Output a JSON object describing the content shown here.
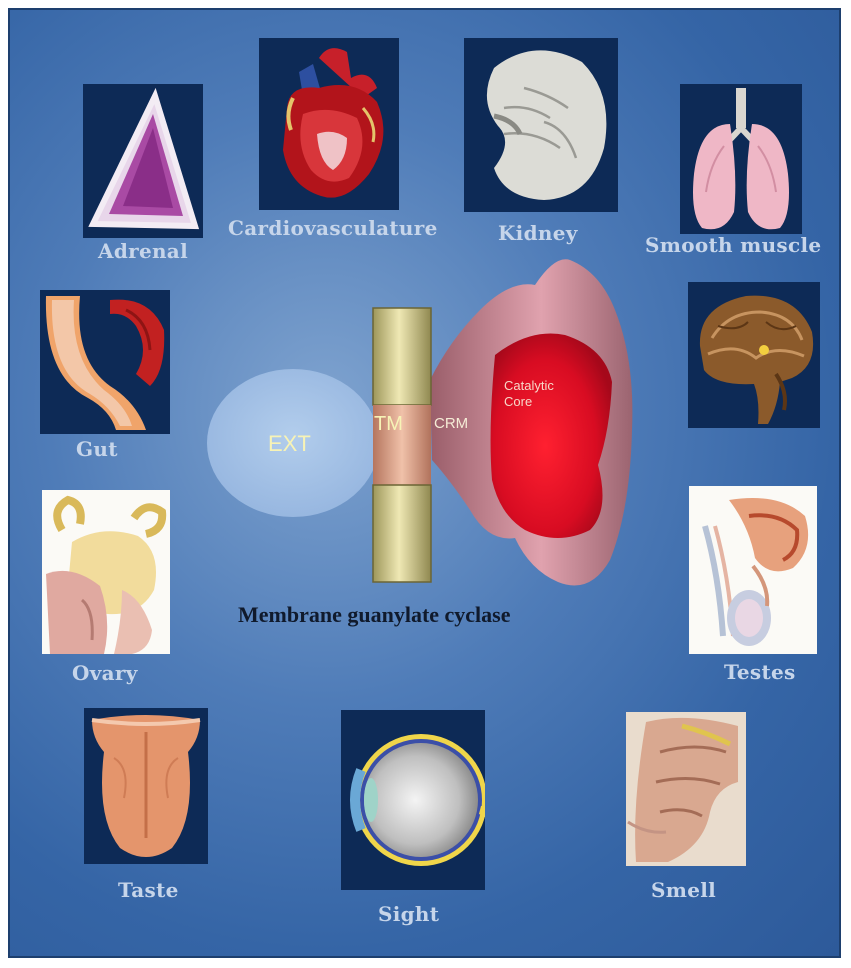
{
  "organs": [
    {
      "name": "adrenal",
      "label": "Adrenal"
    },
    {
      "name": "cardio",
      "label": "Cardiovasculature"
    },
    {
      "name": "kidney",
      "label": "Kidney"
    },
    {
      "name": "smooth-muscle",
      "label": "Smooth muscle"
    },
    {
      "name": "gut",
      "label": "Gut"
    },
    {
      "name": "brain",
      "label": ""
    },
    {
      "name": "ovary",
      "label": "Ovary"
    },
    {
      "name": "testes",
      "label": "Testes"
    },
    {
      "name": "taste",
      "label": "Taste"
    },
    {
      "name": "sight",
      "label": "Sight"
    },
    {
      "name": "smell",
      "label": "Smell"
    }
  ],
  "receptor": {
    "ext": "EXT",
    "tm": "TM",
    "crm": "CRM",
    "core_line1": "Catalytic",
    "core_line2": "Core",
    "caption": "Membrane guanylate cyclase"
  },
  "colors": {
    "background": "#3f6dab",
    "label": "#c6d5ea",
    "ext_domain": "#a9c5e8",
    "tm_membrane": "#e1d89a",
    "crm_domain": "#c98d99",
    "catalytic_core": "#e0102a"
  }
}
